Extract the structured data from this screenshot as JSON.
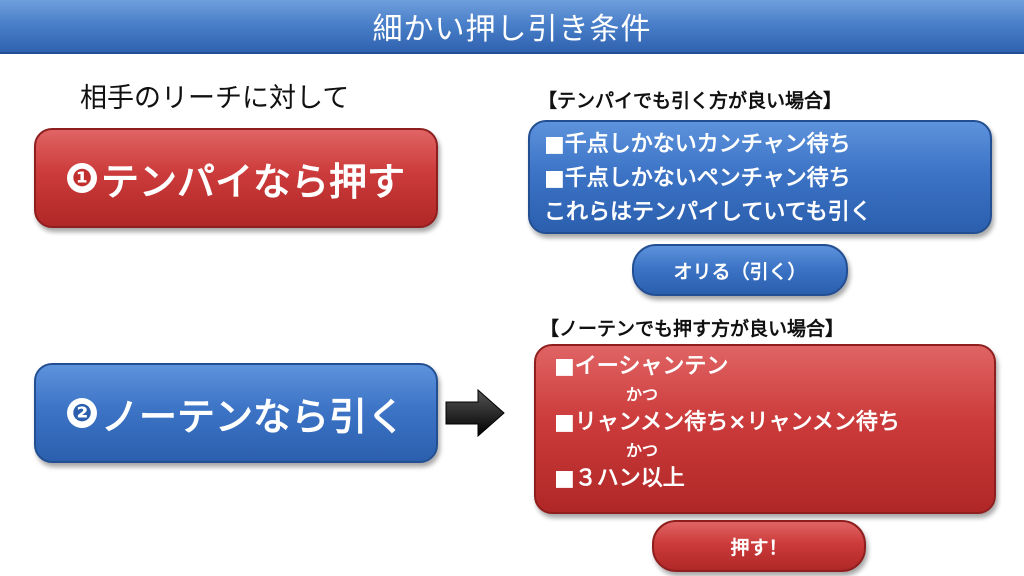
{
  "title": "細かい押し引き条件",
  "subtitle": "相手のリーチに対して",
  "rule1": {
    "num": "❶",
    "label": "テンパイなら押す"
  },
  "rule2": {
    "num": "❷",
    "label": "ノーテンなら引く"
  },
  "fold_section": {
    "header": "【テンパイでも引く方が良い場合】",
    "lines": [
      "■千点しかないカンチャン待ち",
      "■千点しかないペンチャン待ち",
      "これらはテンパイしていても引く"
    ],
    "result": "オリる（引く）"
  },
  "push_section": {
    "header": "【ノーテンでも押す方が良い場合】",
    "line1": "■イーシャンテン",
    "katsu1": "かつ",
    "line2": "■リャンメン待ち×リャンメン待ち",
    "katsu2": "かつ",
    "line3": "■３ハン以上",
    "result": "押す！"
  },
  "colors": {
    "red": "#cc3b3b",
    "blue": "#3d74c6",
    "title_bar": "#4a7fc9"
  },
  "icons": {
    "arrow": "right-arrow-icon"
  }
}
